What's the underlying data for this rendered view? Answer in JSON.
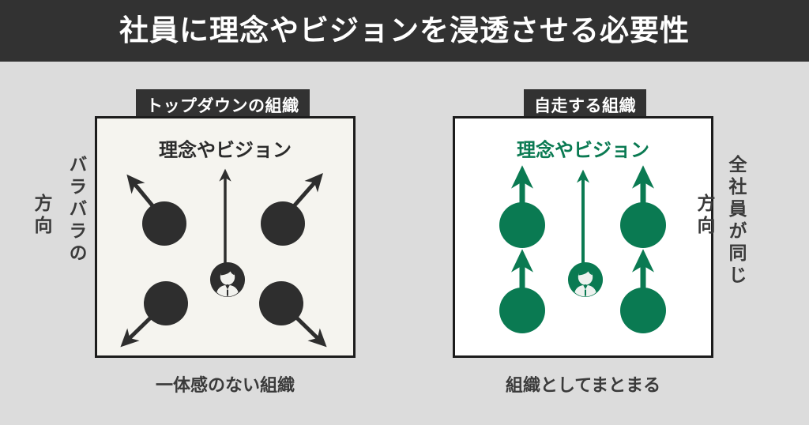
{
  "header": {
    "title": "社員に理念やビジョンを浸透させる必要性",
    "background_color": "#323232",
    "text_color": "#ffffff"
  },
  "colors": {
    "page_background": "#dcdcdc",
    "dark": "#2e2e2e",
    "accent_green": "#0a7a52",
    "panel_left_fill": "#f5f4ef",
    "panel_right_fill": "#ffffff",
    "border": "#1c1c1c"
  },
  "panels": {
    "left": {
      "badge": "トップダウンの組織",
      "heading": "理念やビジョン",
      "caption": "一体感のない組織",
      "side_label_inner": "バラバラの",
      "side_label_outer": "方向",
      "node_count": 4,
      "node_color": "#2e2e2e",
      "arrow_directions": [
        "up-left",
        "up-right",
        "down-left",
        "down-right"
      ],
      "center_avatar_arrow": "up"
    },
    "right": {
      "badge": "自走する組織",
      "heading": "理念やビジョン",
      "caption": "組織としてまとまる",
      "side_label_inner": "方向",
      "side_label_outer": "全社員が同じ",
      "node_count": 4,
      "node_color": "#0a7a52",
      "arrow_directions": [
        "up",
        "up",
        "up",
        "up"
      ],
      "center_avatar_arrow": "up"
    }
  }
}
